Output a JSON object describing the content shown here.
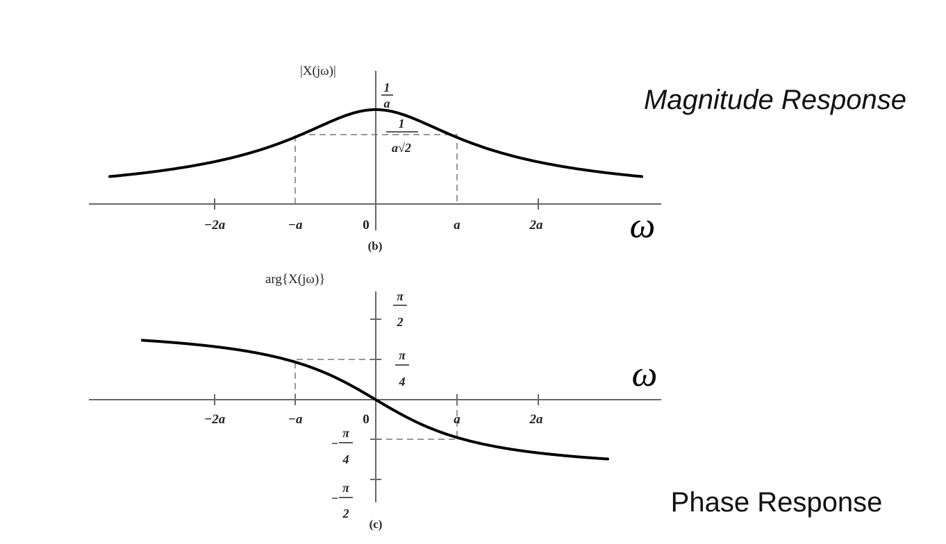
{
  "magnitude": {
    "title": "Magnitude Response",
    "ylabel": "|X(jω)|",
    "peak_label_num": "1",
    "peak_label_den": "a",
    "half_label_num": "1",
    "half_label_den": "a√2",
    "x_ticks": [
      "−2a",
      "−a",
      "0",
      "a",
      "2a"
    ],
    "xlabel": "ω",
    "caption": "(b)"
  },
  "phase": {
    "title": "Phase Response",
    "ylabel": "arg{X(jω)}",
    "y_ticks": [
      {
        "num": "π",
        "den": "2",
        "sign": ""
      },
      {
        "num": "π",
        "den": "4",
        "sign": ""
      },
      {
        "num": "π",
        "den": "4",
        "sign": "−"
      },
      {
        "num": "π",
        "den": "2",
        "sign": "−"
      }
    ],
    "x_ticks": [
      "−2a",
      "−a",
      "0",
      "a",
      "2a"
    ],
    "xlabel": "ω",
    "caption": "(c)"
  }
}
